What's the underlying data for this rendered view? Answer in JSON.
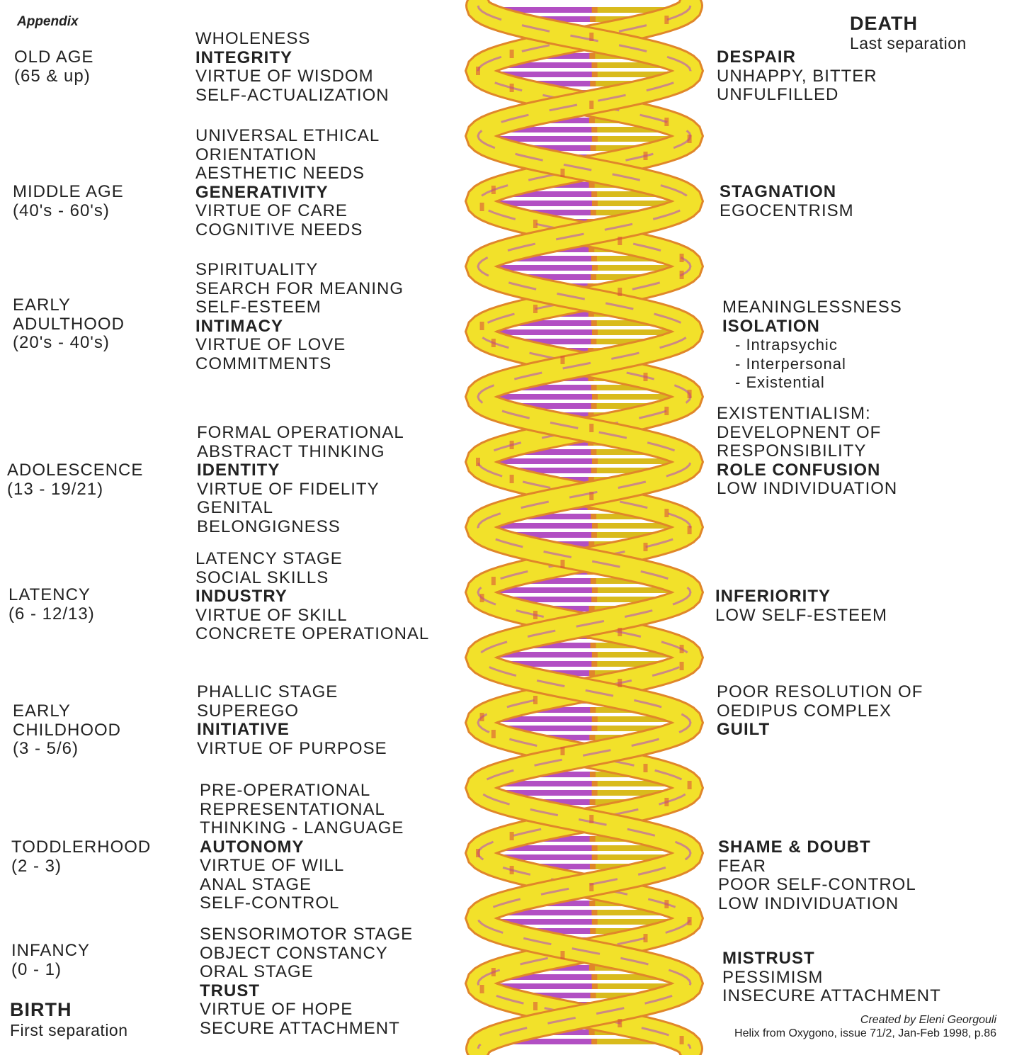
{
  "appendix_label": "Appendix",
  "death": {
    "title": "DEATH",
    "subtitle": "Last separation"
  },
  "birth": {
    "title": "BIRTH",
    "subtitle": "First separation"
  },
  "stages": [
    {
      "name": "OLD AGE",
      "ages": "(65 & up)",
      "virtues": [
        {
          "text": "WHOLENESS",
          "bold": false
        },
        {
          "text": "INTEGRITY",
          "bold": true
        },
        {
          "text": "VIRTUE OF WISDOM",
          "bold": false
        },
        {
          "text": "SELF-ACTUALIZATION",
          "bold": false
        }
      ],
      "crisis": [
        {
          "text": "DESPAIR",
          "bold": true
        },
        {
          "text": "UNHAPPY, BITTER",
          "bold": false
        },
        {
          "text": "UNFULFILLED",
          "bold": false
        }
      ]
    },
    {
      "name": "MIDDLE AGE",
      "ages": "(40's - 60's)",
      "virtues": [
        {
          "text": "UNIVERSAL ETHICAL",
          "bold": false
        },
        {
          "text": "ORIENTATION",
          "bold": false
        },
        {
          "text": "AESTHETIC NEEDS",
          "bold": false
        },
        {
          "text": "GENERATIVITY",
          "bold": true
        },
        {
          "text": "VIRTUE OF CARE",
          "bold": false
        },
        {
          "text": "COGNITIVE NEEDS",
          "bold": false
        }
      ],
      "crisis": [
        {
          "text": "STAGNATION",
          "bold": true
        },
        {
          "text": "EGOCENTRISM",
          "bold": false
        }
      ]
    },
    {
      "name": "EARLY",
      "name2": "ADULTHOOD",
      "ages": "(20's - 40's)",
      "virtues": [
        {
          "text": "SPIRITUALITY",
          "bold": false
        },
        {
          "text": "SEARCH FOR MEANING",
          "bold": false
        },
        {
          "text": "SELF-ESTEEM",
          "bold": false
        },
        {
          "text": "INTIMACY",
          "bold": true
        },
        {
          "text": "VIRTUE OF LOVE",
          "bold": false
        },
        {
          "text": "COMMITMENTS",
          "bold": false
        }
      ],
      "crisis": [
        {
          "text": "MEANINGLESSNESS",
          "bold": false
        },
        {
          "text": "ISOLATION",
          "bold": true
        },
        {
          "text": "- Intrapsychic",
          "bold": false,
          "sub": true
        },
        {
          "text": "- Interpersonal",
          "bold": false,
          "sub": true
        },
        {
          "text": "- Existential",
          "bold": false,
          "sub": true
        }
      ]
    },
    {
      "name": "ADOLESCENCE",
      "ages": "(13 - 19/21)",
      "virtues": [
        {
          "text": "FORMAL OPERATIONAL",
          "bold": false
        },
        {
          "text": "ABSTRACT THINKING",
          "bold": false
        },
        {
          "text": "IDENTITY",
          "bold": true
        },
        {
          "text": "VIRTUE OF FIDELITY",
          "bold": false
        },
        {
          "text": "GENITAL",
          "bold": false
        },
        {
          "text": "BELONGIGNESS",
          "bold": false
        }
      ],
      "crisis": [
        {
          "text": "EXISTENTIALISM:",
          "bold": false
        },
        {
          "text": "DEVELOPNENT OF",
          "bold": false
        },
        {
          "text": "RESPONSIBILITY",
          "bold": false
        },
        {
          "text": "ROLE CONFUSION",
          "bold": true
        },
        {
          "text": "LOW INDIVIDUATION",
          "bold": false
        }
      ]
    },
    {
      "name": "LATENCY",
      "ages": "(6 - 12/13)",
      "virtues": [
        {
          "text": "LATENCY STAGE",
          "bold": false
        },
        {
          "text": "SOCIAL SKILLS",
          "bold": false
        },
        {
          "text": "INDUSTRY",
          "bold": true
        },
        {
          "text": "VIRTUE OF SKILL",
          "bold": false
        },
        {
          "text": "CONCRETE OPERATIONAL",
          "bold": false
        }
      ],
      "crisis": [
        {
          "text": "INFERIORITY",
          "bold": true
        },
        {
          "text": "LOW SELF-ESTEEM",
          "bold": false
        }
      ]
    },
    {
      "name": "EARLY",
      "name2": "CHILDHOOD",
      "ages": "(3 - 5/6)",
      "virtues": [
        {
          "text": "PHALLIC STAGE",
          "bold": false
        },
        {
          "text": "SUPEREGO",
          "bold": false
        },
        {
          "text": "INITIATIVE",
          "bold": true
        },
        {
          "text": "VIRTUE OF PURPOSE",
          "bold": false
        }
      ],
      "crisis": [
        {
          "text": "POOR RESOLUTION OF",
          "bold": false
        },
        {
          "text": "OEDIPUS COMPLEX",
          "bold": false
        },
        {
          "text": "GUILT",
          "bold": true
        }
      ]
    },
    {
      "name": "TODDLERHOOD",
      "ages": "(2 - 3)",
      "virtues": [
        {
          "text": "PRE-OPERATIONAL",
          "bold": false
        },
        {
          "text": "REPRESENTATIONAL",
          "bold": false
        },
        {
          "text": "THINKING - LANGUAGE",
          "bold": false
        },
        {
          "text": "AUTONOMY",
          "bold": true
        },
        {
          "text": "VIRTUE OF WILL",
          "bold": false
        },
        {
          "text": "ANAL STAGE",
          "bold": false
        },
        {
          "text": "SELF-CONTROL",
          "bold": false
        }
      ],
      "crisis": [
        {
          "text": "SHAME & DOUBT",
          "bold": true
        },
        {
          "text": "FEAR",
          "bold": false
        },
        {
          "text": "POOR SELF-CONTROL",
          "bold": false
        },
        {
          "text": "LOW INDIVIDUATION",
          "bold": false
        }
      ]
    },
    {
      "name": "INFANCY",
      "ages": "(0 - 1)",
      "virtues": [
        {
          "text": "SENSORIMOTOR STAGE",
          "bold": false
        },
        {
          "text": "OBJECT CONSTANCY",
          "bold": false
        },
        {
          "text": "ORAL STAGE",
          "bold": false
        },
        {
          "text": "TRUST",
          "bold": true
        },
        {
          "text": "VIRTUE OF HOPE",
          "bold": false
        },
        {
          "text": "SECURE ATTACHMENT",
          "bold": false
        }
      ],
      "crisis": [
        {
          "text": "MISTRUST",
          "bold": true
        },
        {
          "text": "PESSIMISM",
          "bold": false
        },
        {
          "text": "INSECURE ATTACHMENT",
          "bold": false
        }
      ]
    }
  ],
  "credits": {
    "line1": "Created by Eleni Georgouli",
    "line2": "Helix from Oxygono, issue 71/2, Jan-Feb 1998, p.86"
  },
  "colors": {
    "helix_yellow": "#f2e12a",
    "helix_yellow_dark": "#d9bb1c",
    "helix_purple": "#b24fc3",
    "helix_orange": "#e0862a",
    "helix_red": "#d94a3a"
  }
}
